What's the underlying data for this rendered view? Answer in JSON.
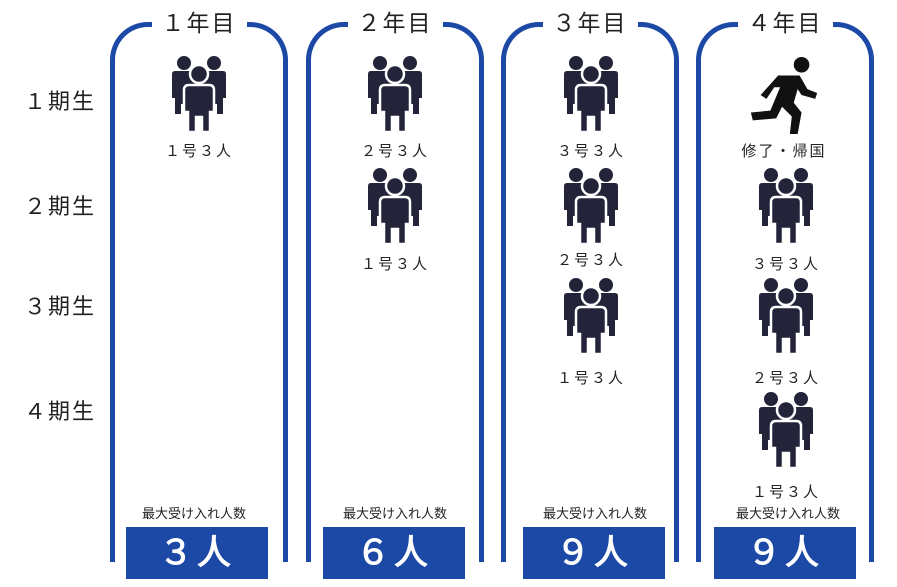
{
  "columns": [
    {
      "year": "１年目",
      "max_label": "最大受け入れ人数",
      "total": "３人"
    },
    {
      "year": "２年目",
      "max_label": "最大受け入れ人数",
      "total": "６人"
    },
    {
      "year": "３年目",
      "max_label": "最大受け入れ人数",
      "total": "９人"
    },
    {
      "year": "４年目",
      "max_label": "最大受け入れ人数",
      "total": "９人"
    }
  ],
  "rows": [
    "１期生",
    "２期生",
    "３期生",
    "４期生"
  ],
  "captions": {
    "c1_r1": "１号３人",
    "c2_r1": "２号３人",
    "c2_r2": "１号３人",
    "c3_r1": "３号３人",
    "c3_r2": "２号３人",
    "c3_r3": "１号３人",
    "c4_r1": "修了・帰国",
    "c4_r2": "３号３人",
    "c4_r3": "２号３人",
    "c4_r4": "１号３人"
  },
  "colors": {
    "accent": "#1c48a6",
    "icon": "#23233a"
  },
  "icons": {
    "group": "people-group-icon",
    "exit": "running-person-icon"
  }
}
